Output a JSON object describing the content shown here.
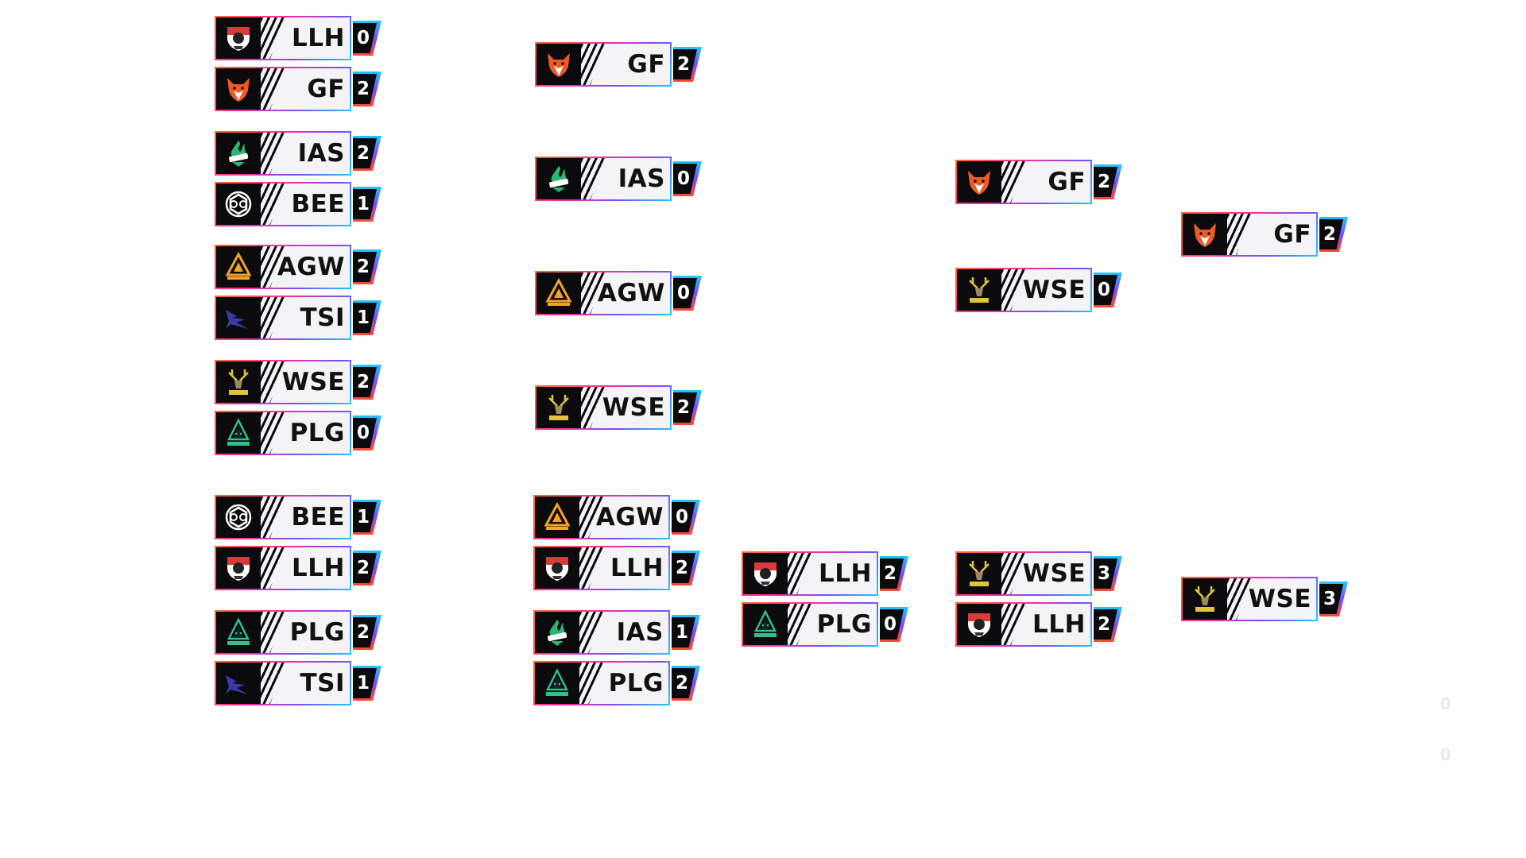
{
  "teams": {
    "LLH": {
      "tag": "LLH",
      "icon": "lion-shield-icon",
      "color": "#d93a3a"
    },
    "GF": {
      "tag": "GF",
      "icon": "fox-icon",
      "color": "#f05a28"
    },
    "IAS": {
      "tag": "IAS",
      "icon": "spirit-flame-icon",
      "color": "#2bb673"
    },
    "BEE": {
      "tag": "BEE",
      "icon": "hexagon-emblem-icon",
      "color": "#ffffff"
    },
    "AGW": {
      "tag": "AGW",
      "icon": "afterglow-triangle-icon",
      "color": "#f2a325"
    },
    "TSI": {
      "tag": "TSI",
      "icon": "bird-icon",
      "color": "#3a3aa8"
    },
    "WSE": {
      "tag": "WSE",
      "icon": "stag-icon",
      "color": "#e3c33a"
    },
    "PLG": {
      "tag": "PLG",
      "icon": "hooded-figure-icon",
      "color": "#2ec28a"
    }
  },
  "bracket": {
    "upper_round_1": [
      {
        "team": "LLH",
        "score": "0"
      },
      {
        "team": "GF",
        "score": "2"
      },
      {
        "team": "IAS",
        "score": "2"
      },
      {
        "team": "BEE",
        "score": "1"
      },
      {
        "team": "AGW",
        "score": "2"
      },
      {
        "team": "TSI",
        "score": "1"
      },
      {
        "team": "WSE",
        "score": "2"
      },
      {
        "team": "PLG",
        "score": "0"
      }
    ],
    "upper_round_2": [
      {
        "team": "GF",
        "score": "2"
      },
      {
        "team": "IAS",
        "score": "0"
      },
      {
        "team": "AGW",
        "score": "0"
      },
      {
        "team": "WSE",
        "score": "2"
      }
    ],
    "upper_final": [
      {
        "team": "GF",
        "score": "2"
      },
      {
        "team": "WSE",
        "score": "0"
      }
    ],
    "grand_final_winner": [
      {
        "team": "GF",
        "score": "2"
      }
    ],
    "lower_round_1": [
      {
        "team": "BEE",
        "score": "1"
      },
      {
        "team": "LLH",
        "score": "2"
      },
      {
        "team": "PLG",
        "score": "2"
      },
      {
        "team": "TSI",
        "score": "1"
      }
    ],
    "lower_round_2": [
      {
        "team": "AGW",
        "score": "0"
      },
      {
        "team": "LLH",
        "score": "2"
      },
      {
        "team": "IAS",
        "score": "1"
      },
      {
        "team": "PLG",
        "score": "2"
      }
    ],
    "lower_round_3": [
      {
        "team": "LLH",
        "score": "2"
      },
      {
        "team": "PLG",
        "score": "0"
      }
    ],
    "lower_final": [
      {
        "team": "WSE",
        "score": "3"
      },
      {
        "team": "LLH",
        "score": "2"
      }
    ],
    "grand_final_lower": [
      {
        "team": "WSE",
        "score": "3"
      }
    ]
  },
  "ghost_scores": [
    "0",
    "0"
  ]
}
